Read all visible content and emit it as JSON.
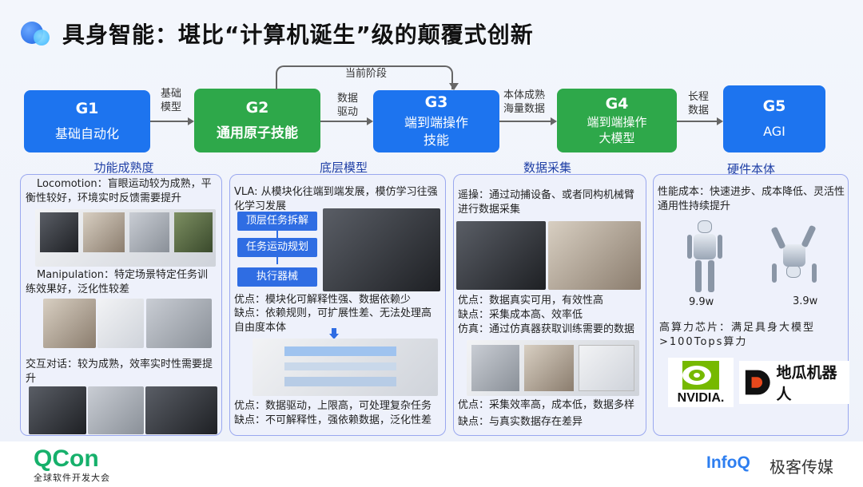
{
  "title": "具身智能：堪比“计算机诞生”级的颠覆式创新",
  "stages": [
    {
      "id": "G1",
      "label": "基础自动化",
      "color": "#1d74ef"
    },
    {
      "id": "G2",
      "label": "通用原子技能",
      "color": "#2ea84a"
    },
    {
      "id": "G3",
      "label_line1": "端到端操作",
      "label_line2": "技能",
      "color": "#1d74ef"
    },
    {
      "id": "G4",
      "label_line1": "端到端操作",
      "label_line2": "大模型",
      "color": "#2ea84a"
    },
    {
      "id": "G5",
      "label": "AGI",
      "color": "#1d74ef"
    }
  ],
  "arrows": {
    "a1_line1": "基础",
    "a1_line2": "模型",
    "a2_line1": "数据",
    "a2_line2": "驱动",
    "a3_line1": "本体成熟",
    "a3_line2": "海量数据",
    "a4_line1": "长程",
    "a4_line2": "数据",
    "current_stage": "当前阶段"
  },
  "columns": {
    "c1": {
      "title": "功能成熟度",
      "locomotion": "Locomotion：盲眼运动较为成熟，平衡性较好，环境实时反馈需要提升",
      "manipulation": "Manipulation：特定场景特定任务训练效果好，泛化性较差",
      "dialog": "交互对话：较为成熟，效率实时性需要提升"
    },
    "c2": {
      "title": "底层模型",
      "vla": "VLA: 从模块化往端到端发展，模仿学习往强化学习发展",
      "flow1": "顶层任务拆解",
      "flow2": "任务运动规划",
      "flow3": "执行器械",
      "pros1": "优点：模块化可解释性强、数据依赖少",
      "cons1": "缺点：依赖规则，可扩展性差、无法处理高自由度本体",
      "pros2": "优点：数据驱动，上限高，可处理复杂任务",
      "cons2": "缺点：不可解释性，强依赖数据，泛化性差"
    },
    "c3": {
      "title": "数据采集",
      "teleop": "遥操：通过动捕设备、或者同构机械臂进行数据采集",
      "pros1": "优点：数据真实可用，有效性高",
      "cons1": "缺点：采集成本高、效率低",
      "sim": "仿真：通过仿真器获取训练需要的数据",
      "pros2": "优点：采集效率高，成本低，数据多样",
      "cons2": "缺点：与真实数据存在差异"
    },
    "c4": {
      "title": "硬件本体",
      "cost": "性能成本：快速进步、成本降低、灵活性通用性持续提升",
      "price1": "9.9w",
      "price2": "3.9w",
      "chip": "高算力芯片：满足具身大模型>100Tops算力",
      "logo1": "NVIDIA.",
      "logo2": "地瓜机器人"
    }
  },
  "footer": {
    "qcon": "QCon",
    "qcon_sub": "全球软件开发大会",
    "infoq": "InfoQ",
    "jike": "极客传媒"
  }
}
